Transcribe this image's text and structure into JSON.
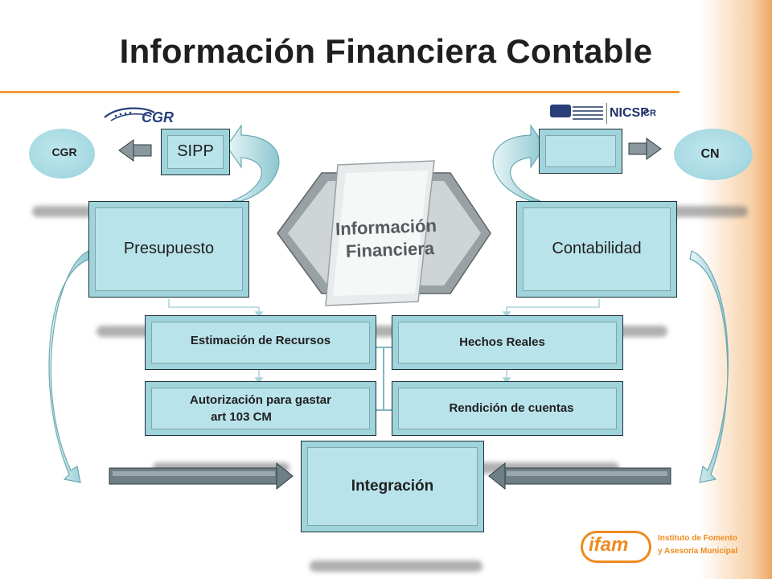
{
  "slide": {
    "title": "Información Financiera Contable",
    "accent_color": "#f29a3a",
    "box_color": "#9fd4dc"
  },
  "left": {
    "oval": "CGR",
    "sipp": "SIPP",
    "presupuesto": "Presupuesto",
    "logo_text": "CGR"
  },
  "right": {
    "oval": "CN",
    "contabilidad": "Contabilidad",
    "logo_text": "NICSP",
    "logo_suffix": "CR"
  },
  "center": {
    "line1": "Información",
    "line2": "Financiera"
  },
  "boxes": {
    "estimacion": "Estimación de Recursos",
    "hechos": "Hechos Reales",
    "autorizacion_1": "Autorización para gastar",
    "autorizacion_2": "art 103 CM",
    "rendicion": "Rendición de cuentas",
    "integracion": "Integración"
  },
  "footer_logo": {
    "mark": "ifam",
    "line1": "Instituto de Fomento",
    "line2": "y Asesoría Municipal"
  }
}
